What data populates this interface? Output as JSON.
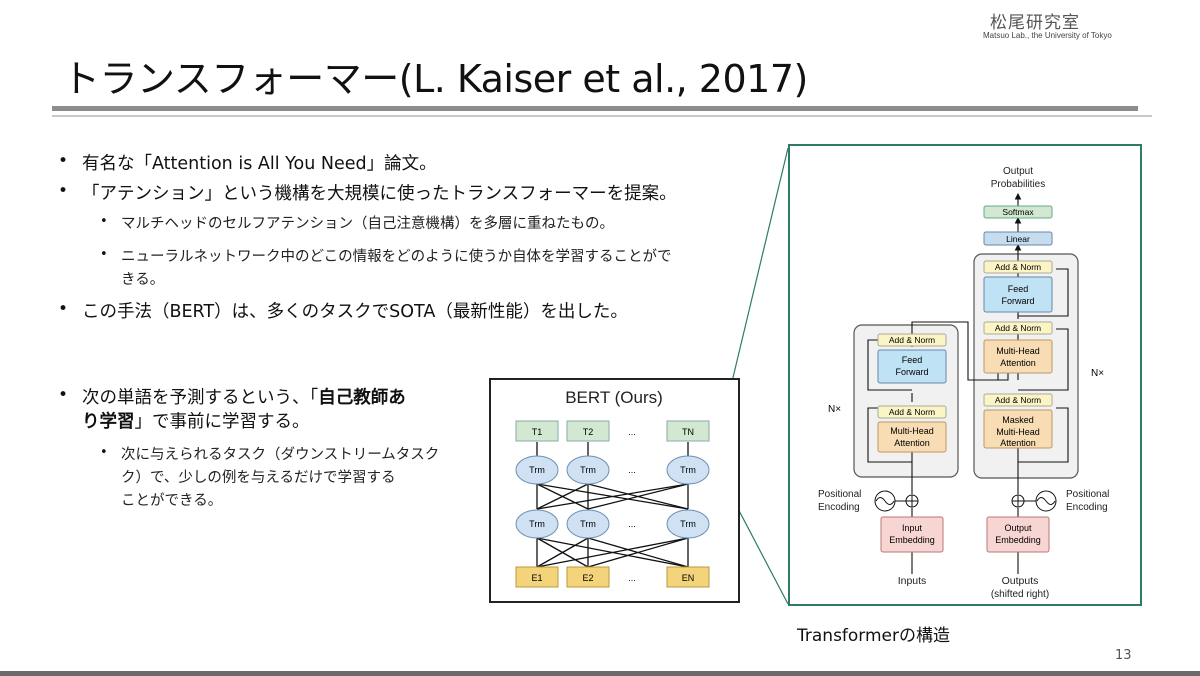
{
  "header": {
    "lab_name": "松尾研究室",
    "lab_sub": "Matsuo Lab., the University of Tokyo"
  },
  "title": "トランスフォーマー(L. Kaiser et al., 2017)",
  "bullets": {
    "b1": "有名な「Attention is All You Need」論文。",
    "b2": "「アテンション」という機構を大規模に使ったトランスフォーマーを提案。",
    "b2_1": "マルチヘッドのセルフアテンション（自己注意機構）を多層に重ねたもの。",
    "b2_2a": "ニューラルネットワーク中のどこの情報をどのように使うか自体を学習することがで",
    "b2_2b": "きる。",
    "b3": "この手法（BERT）は、多くのタスクでSOTA（最新性能）を出した。",
    "b4_a_pre": "次の単語を予測するという、「",
    "b4_a_bold": "自己教師あ",
    "b4_b_bold": "り学習",
    "b4_b_post": "」で事前に学習する。",
    "b4_1a": "次に与えられるタスク（ダウンストリームタスク",
    "b4_1b": "ク）で、少しの例を与えるだけで学習する",
    "b4_1c": "ことができる。"
  },
  "bert": {
    "title": "BERT (Ours)",
    "t_labels": [
      "T1",
      "T2",
      "TN"
    ],
    "e_labels": [
      "E1",
      "E2",
      "EN"
    ],
    "trm": "Trm",
    "ellipsis": "..."
  },
  "transformer": {
    "output_probs_1": "Output",
    "output_probs_2": "Probabilities",
    "softmax": "Softmax",
    "linear": "Linear",
    "add_norm": "Add & Norm",
    "feed_1": "Feed",
    "feed_2": "Forward",
    "mha_1": "Multi-Head",
    "mha_2": "Attention",
    "masked_1": "Masked",
    "nx": "N×",
    "pos_1": "Positional",
    "pos_2": "Encoding",
    "input_emb_1": "Input",
    "input_emb_2": "Embedding",
    "output_emb_1": "Output",
    "output_emb_2": "Embedding",
    "inputs": "Inputs",
    "outputs_1": "Outputs",
    "outputs_2": "(shifted right)"
  },
  "caption": "Transformerの構造",
  "page_number": "13",
  "colors": {
    "fig_border": "#2e7b68",
    "green_box": "#d3e8d0",
    "blue_box": "#c6dcef",
    "yellow_box": "#fbf5c5",
    "pink_box": "#f7d5d3",
    "orange_box": "#f7dcb4",
    "ff_blue": "#bfe2f5",
    "bert_yellow": "#f3d47a",
    "bert_oval": "#cfe1f3"
  }
}
